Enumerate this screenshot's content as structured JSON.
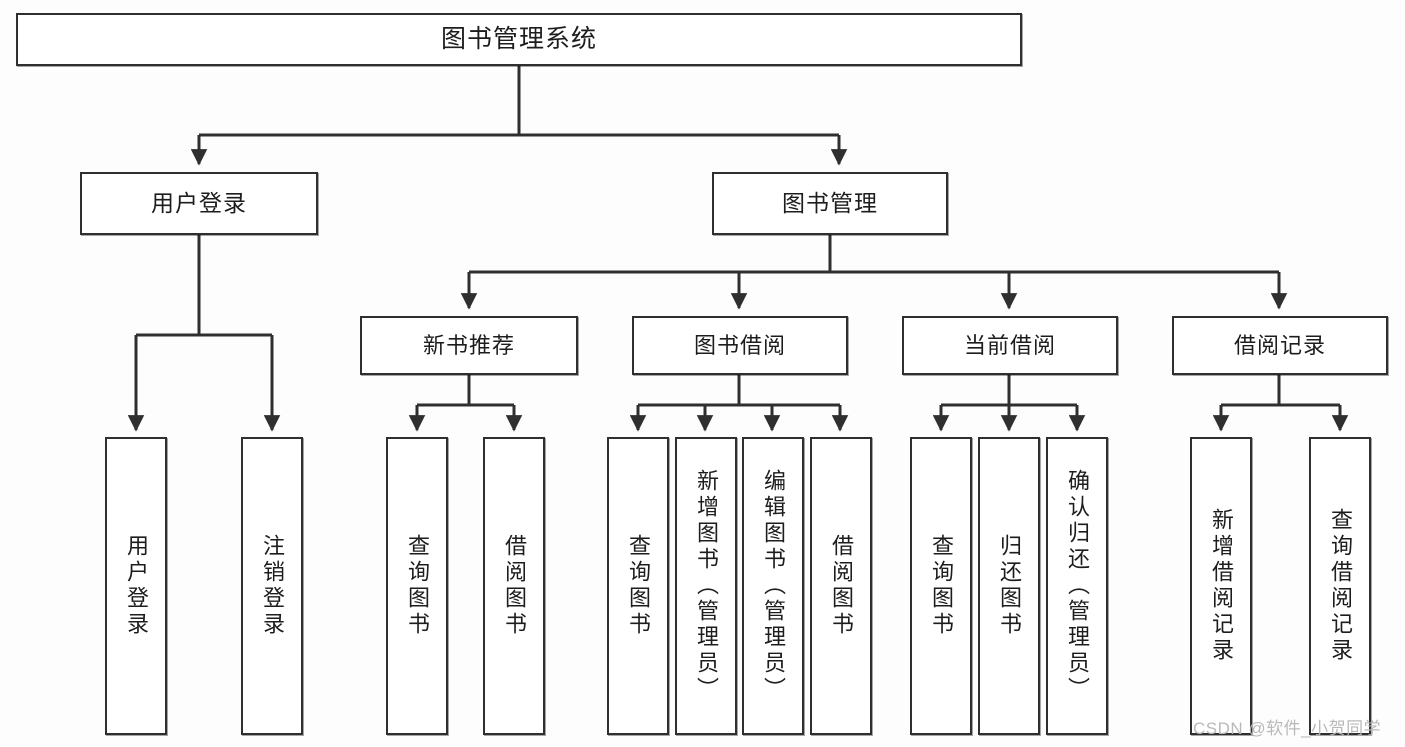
{
  "diagram": {
    "title": "图书管理系统",
    "watermark": "CSDN @软件_小贺同学",
    "line_color": "#2f2f2f",
    "box_fill": "#ffffff",
    "background": "#fdfdfd",
    "watermark_color": "#b9b9b9"
  },
  "root": {
    "label": "图书管理系统"
  },
  "level1": [
    {
      "label": "用户登录"
    },
    {
      "label": "图书管理"
    }
  ],
  "level2": [
    {
      "label": "新书推荐"
    },
    {
      "label": "图书借阅"
    },
    {
      "label": "当前借阅"
    },
    {
      "label": "借阅记录"
    }
  ],
  "leaves": {
    "user_login": [
      {
        "label": "用户登录"
      },
      {
        "label": "注销登录"
      }
    ],
    "new_book_recommend": [
      {
        "label": "查询图书"
      },
      {
        "label": "借阅图书"
      }
    ],
    "book_borrow": [
      {
        "label": "查询图书"
      },
      {
        "label": "新增图书（管理员）"
      },
      {
        "label": "编辑图书（管理员）"
      },
      {
        "label": "借阅图书"
      }
    ],
    "current_borrow": [
      {
        "label": "查询图书"
      },
      {
        "label": "归还图书"
      },
      {
        "label": "确认归还（管理员）"
      }
    ],
    "borrow_record": [
      {
        "label": "新增借阅记录"
      },
      {
        "label": "查询借阅记录"
      }
    ]
  }
}
